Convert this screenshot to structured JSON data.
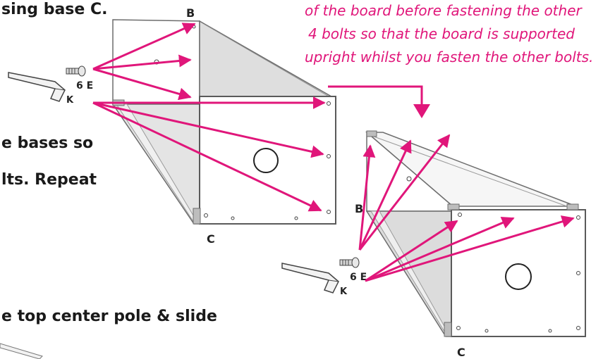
{
  "instructions": {
    "line1": "sing base C.",
    "line2": "e bases so",
    "line3": "lts. Repeat",
    "line4": "e top  center pole & slide"
  },
  "note": {
    "line1": "of the board before fastening the other",
    "line2": "4 bolts so that the board is supported",
    "line3": "upright whilst you fasten the other bolts."
  },
  "step1": {
    "label_b": "B",
    "label_c": "C",
    "label_k": "K",
    "label_bolt": "6 E"
  },
  "step2": {
    "label_b": "B",
    "label_c": "C",
    "label_k": "K",
    "label_bolt": "6 E"
  },
  "colors": {
    "arrow": "#e0167a",
    "text": "#1a1a1a",
    "panel_shade": "#dcdcdc",
    "outline": "#6d6d6d"
  }
}
